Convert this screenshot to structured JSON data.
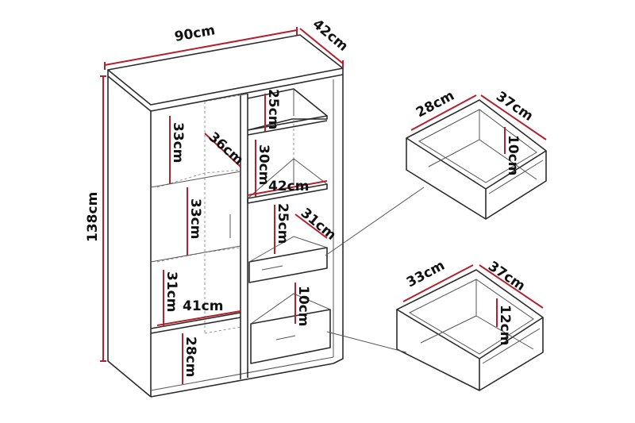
{
  "labels": {
    "width": "90cm",
    "depth": "42cm",
    "height": "138cm",
    "shelf_top_gap": "25cm",
    "shelf_mid_gap": "30cm",
    "shelf_inner_width": "42cm",
    "drawer_space_height": "25cm",
    "drawer_space_depth": "31cm",
    "left_top_height": "33cm",
    "left_top_depth": "36cm",
    "left_mid_height": "33cm",
    "left_low_height": "31cm",
    "left_inner_width": "41cm",
    "left_base_height": "28cm",
    "bottom_drawer_height": "10cm"
  },
  "drawer_small": {
    "width": "28cm",
    "depth": "37cm",
    "height": "10cm"
  },
  "drawer_large": {
    "width": "33cm",
    "depth": "37cm",
    "height": "12cm"
  }
}
